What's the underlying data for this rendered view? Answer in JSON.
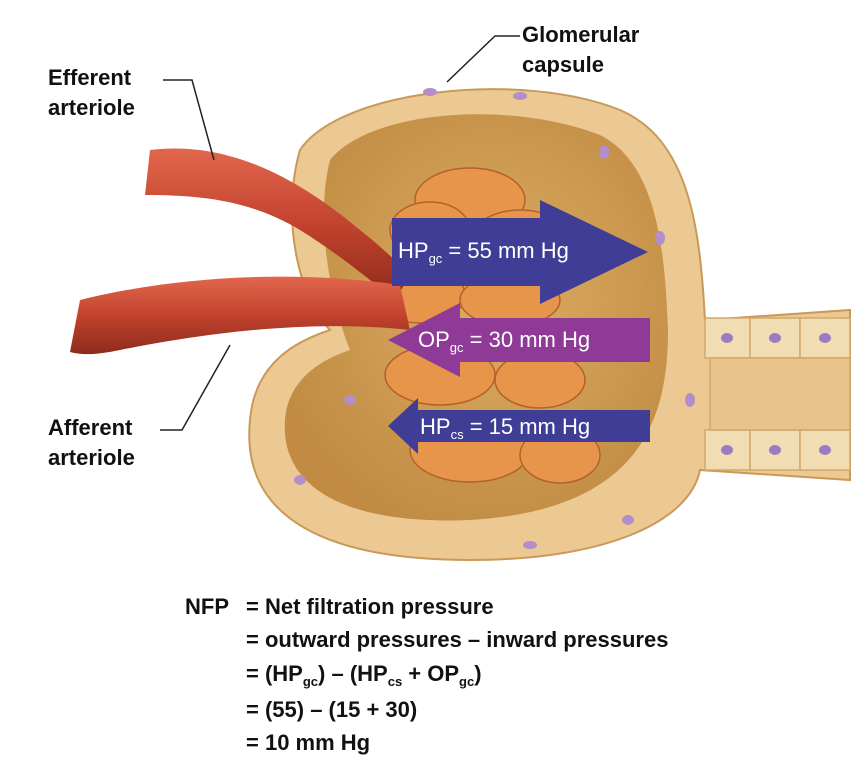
{
  "labels": {
    "efferent": [
      "Efferent",
      "arteriole"
    ],
    "capsule": [
      "Glomerular",
      "capsule"
    ],
    "afferent": [
      "Afferent",
      "arteriole"
    ]
  },
  "arrows": {
    "hp_gc": {
      "symbol": "HP",
      "sub": "gc",
      "value": "= 55 mm Hg",
      "color": "#3f3d96"
    },
    "op_gc": {
      "symbol": "OP",
      "sub": "gc",
      "value": "= 30 mm Hg",
      "color": "#8f3a97"
    },
    "hp_cs": {
      "symbol": "HP",
      "sub": "cs",
      "value": "= 15 mm Hg",
      "color": "#3f3d96"
    }
  },
  "equation": {
    "lhs": "NFP",
    "line1": "= Net filtration pressure",
    "line2": "= outward pressures – inward pressures",
    "line3": {
      "open": "= (HP",
      "s1": "gc",
      "mid1": ") – (HP",
      "s2": "cs",
      "mid2": " + OP",
      "s3": "gc",
      "close": ")"
    },
    "line4": "= (55) – (15 + 30)",
    "line5": "= 10 mm Hg"
  },
  "colors": {
    "vessel": "#c2432e",
    "capsule_fill": "#e9c48a",
    "capsule_inner": "#d2a256",
    "nucleus": "#b48ec8",
    "glomerulus": "#e08a3c"
  }
}
